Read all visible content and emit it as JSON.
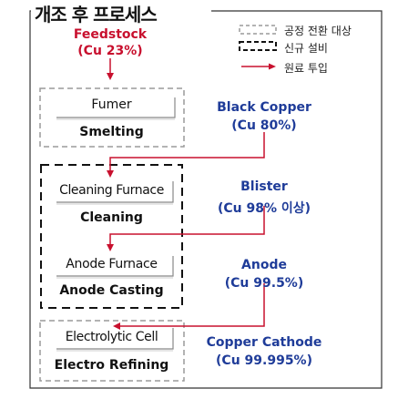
{
  "title": "개조 후 프로세스",
  "legend": {
    "dashed_gray": "공정 전환 대상",
    "dashed_black": "신규 설비",
    "arrow": "원료 투입"
  },
  "feedstock": {
    "name": "Feedstock",
    "grade": "(Cu 23%)"
  },
  "stages": [
    {
      "equipment": "Fumer",
      "process": "Smelting",
      "product": "Black Copper",
      "grade": "(Cu 80%)"
    },
    {
      "equipment": "Cleaning Furnace",
      "process": "Cleaning",
      "product": "Blister",
      "grade": "(Cu 98% 이상)"
    },
    {
      "equipment": "Anode Furnace",
      "process": "Anode Casting",
      "product": "Anode",
      "grade": "(Cu 99.5%)"
    },
    {
      "equipment": "Electrolytic Cell",
      "process": "Electro Refining",
      "product": "Copper Cathode",
      "grade": "(Cu 99.995%)"
    }
  ],
  "colors": {
    "arrow": "#c8102e",
    "product_text": "#1f3c99",
    "dashed_gray": "#9a9a9a",
    "dashed_black": "#111111"
  }
}
